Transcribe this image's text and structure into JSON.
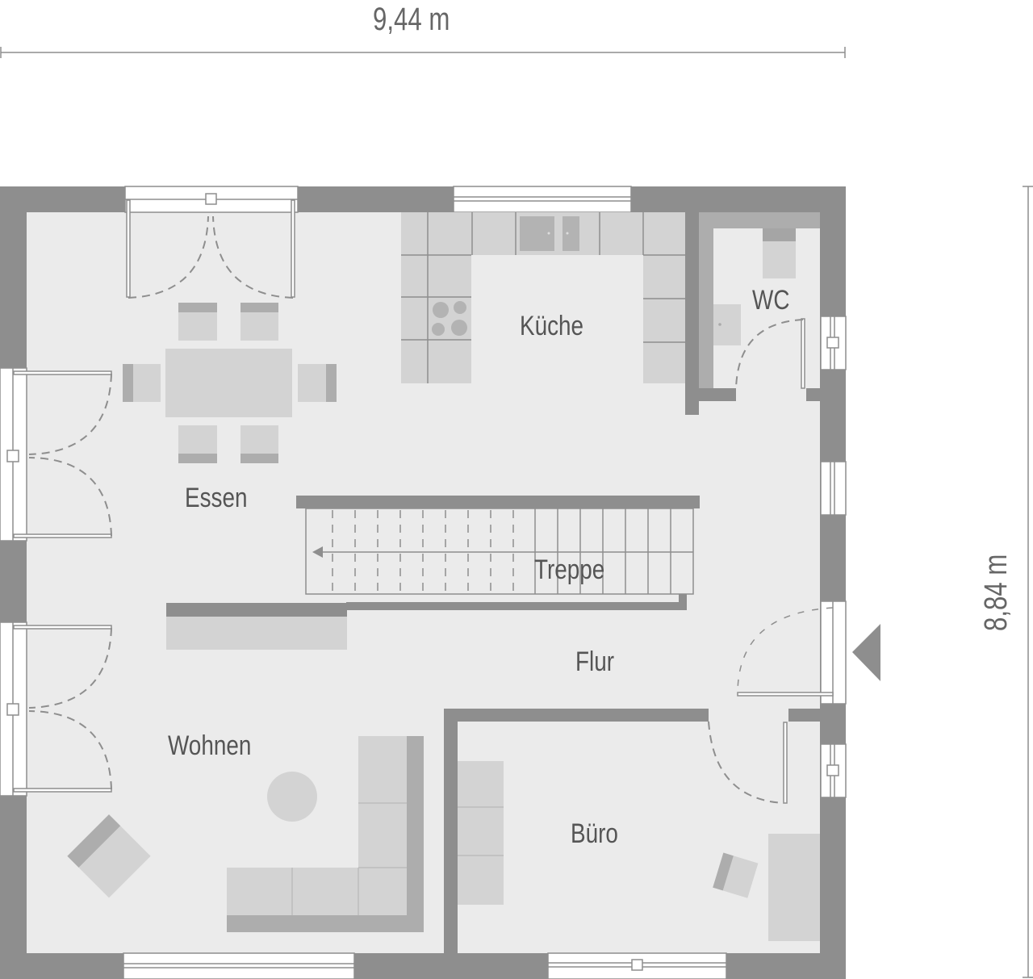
{
  "plan": {
    "type": "floor-plan",
    "level": "ground-floor",
    "colors": {
      "wall": "#8e8e8e",
      "floor": "#ebebeb",
      "furniture_light": "#d3d3d3",
      "furniture_dark": "#adadad",
      "window": "#ffffff",
      "text": "#555555",
      "background": "#ffffff"
    }
  },
  "dimensions": {
    "width_label": "9,44 m",
    "depth_label": "8,84 m"
  },
  "rooms": {
    "kueche": "Küche",
    "wc": "WC",
    "essen": "Essen",
    "treppe": "Treppe",
    "flur": "Flur",
    "wohnen": "Wohnen",
    "buero": "Büro"
  },
  "icons": {
    "entrance": "entrance-triangle-icon",
    "stair_direction": "arrow-left-icon"
  }
}
